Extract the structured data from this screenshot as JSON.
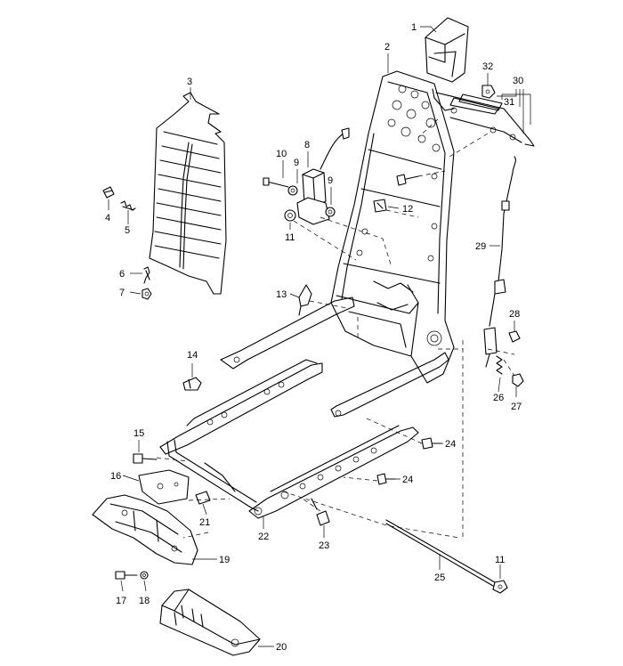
{
  "callouts": [
    {
      "id": "c1",
      "text": "1"
    },
    {
      "id": "c2",
      "text": "2"
    },
    {
      "id": "c3",
      "text": "3"
    },
    {
      "id": "c4",
      "text": "4"
    },
    {
      "id": "c5",
      "text": "5"
    },
    {
      "id": "c6",
      "text": "6"
    },
    {
      "id": "c7",
      "text": "7"
    },
    {
      "id": "c8",
      "text": "8"
    },
    {
      "id": "c9a",
      "text": "9"
    },
    {
      "id": "c9b",
      "text": "9"
    },
    {
      "id": "c10",
      "text": "10"
    },
    {
      "id": "c11a",
      "text": "11"
    },
    {
      "id": "c11b",
      "text": "11"
    },
    {
      "id": "c12",
      "text": "12"
    },
    {
      "id": "c13",
      "text": "13"
    },
    {
      "id": "c14",
      "text": "14"
    },
    {
      "id": "c15",
      "text": "15"
    },
    {
      "id": "c16",
      "text": "16"
    },
    {
      "id": "c17",
      "text": "17"
    },
    {
      "id": "c18",
      "text": "18"
    },
    {
      "id": "c19",
      "text": "19"
    },
    {
      "id": "c20",
      "text": "20"
    },
    {
      "id": "c21",
      "text": "21"
    },
    {
      "id": "c22",
      "text": "22"
    },
    {
      "id": "c23",
      "text": "23"
    },
    {
      "id": "c24a",
      "text": "24"
    },
    {
      "id": "c24b",
      "text": "24"
    },
    {
      "id": "c25",
      "text": "25"
    },
    {
      "id": "c26",
      "text": "26"
    },
    {
      "id": "c27",
      "text": "27"
    },
    {
      "id": "c28",
      "text": "28"
    },
    {
      "id": "c29",
      "text": "29"
    },
    {
      "id": "c30",
      "text": "30"
    },
    {
      "id": "c31",
      "text": "31"
    },
    {
      "id": "c32",
      "text": "32"
    }
  ]
}
